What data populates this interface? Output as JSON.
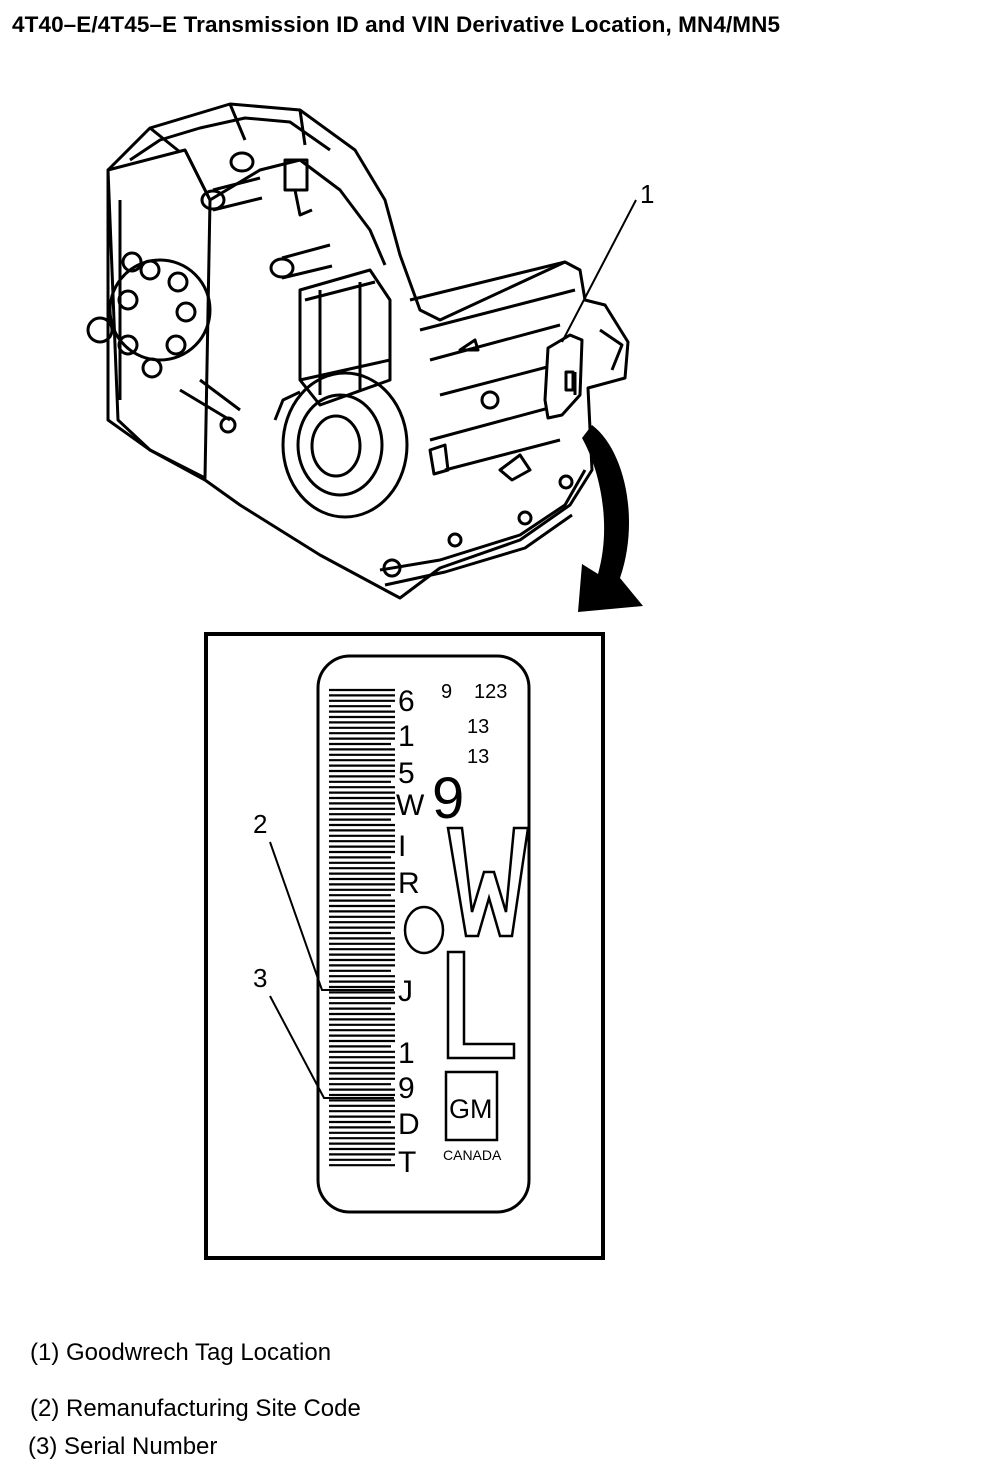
{
  "title": "4T40–E/4T45–E Transmission ID and VIN Derivative Location, MN4/MN5",
  "callouts": [
    "1",
    "2",
    "3"
  ],
  "tag": {
    "vin_chars": [
      "6",
      "1",
      "5",
      "W",
      "I",
      "R",
      "J",
      "1",
      "9",
      "D",
      "T"
    ],
    "small_codes": [
      "9",
      "123",
      "13",
      "13"
    ],
    "big_digit": "9",
    "big_letters": [
      "W",
      "L"
    ],
    "brand": "GM",
    "country": "CANADA"
  },
  "legend": [
    "(1) Goodwrech Tag Location",
    "(2) Remanufacturing Site Code",
    "(3) Serial Number"
  ]
}
